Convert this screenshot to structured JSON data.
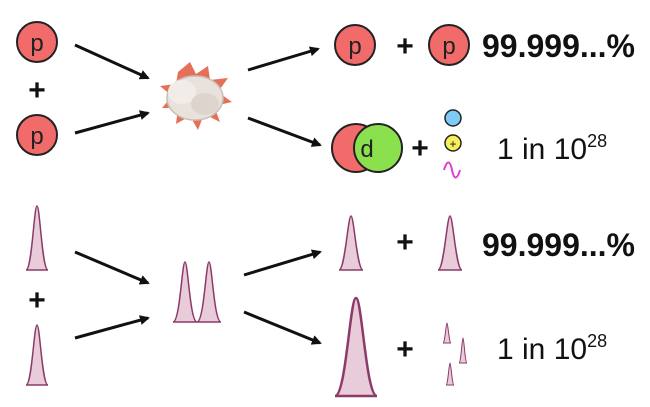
{
  "particles": {
    "proton": "p",
    "deuteron": "d",
    "positron": "+"
  },
  "operator": "+",
  "outcomes": {
    "common": "99.999...%",
    "rare_prefix": "1 in 10",
    "rare_exponent": "28"
  },
  "colors": {
    "proton_fill": "#f26b6b",
    "deuteron_fill": "#8be04e",
    "electron_fill": "#7ecbf5",
    "positron_fill": "#f7ef5a",
    "wave_stroke": "#e23fd0",
    "peak_fill": "#e8ccd9",
    "peak_stroke": "#8c3a6a",
    "arrow": "#111111",
    "explosion": "#e9e2dc",
    "spark": "#e0563a"
  },
  "icons": [
    "explosion-icon",
    "neutrino-wave-icon"
  ]
}
